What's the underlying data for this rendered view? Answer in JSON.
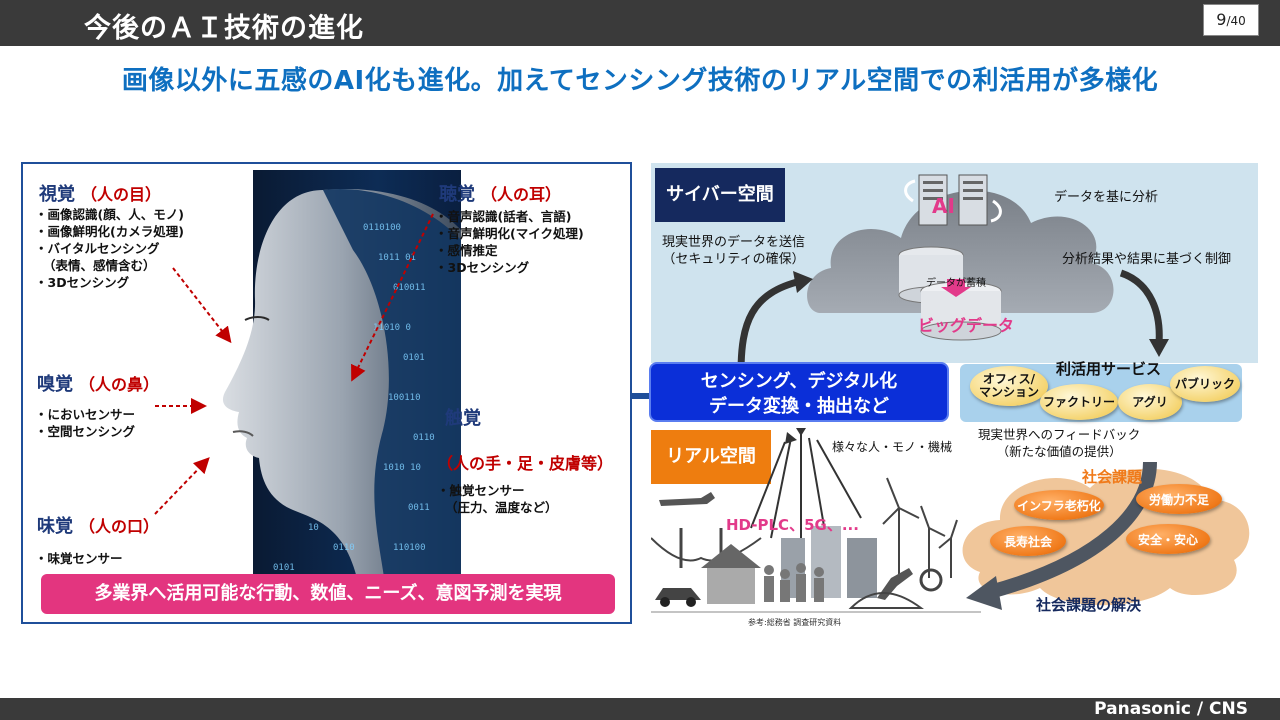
{
  "header": {
    "title": "今後のＡＩ技術の進化",
    "page_current": "9",
    "page_total": "/40"
  },
  "subtitle": "画像以外に五感のAI化も進化。加えてセンシング技術のリアル空間での利活用が多様化",
  "left": {
    "sight": {
      "title": "視覚",
      "paren": "（人の目）",
      "items": [
        "・画像認識(顔、人、モノ)",
        "・画像鮮明化(カメラ処理)",
        "・バイタルセンシング",
        "（表情、感情含む）",
        "・3Dセンシング"
      ]
    },
    "hearing": {
      "title": "聴覚",
      "paren": "（人の耳）",
      "items": [
        "・音声認識(話者、言語)",
        "・音声鮮明化(マイク処理)",
        "・感情推定",
        "・3Dセンシング"
      ]
    },
    "smell": {
      "title": "嗅覚",
      "paren": "（人の鼻）",
      "items": [
        "・においセンサー",
        "・空間センシング"
      ]
    },
    "touch": {
      "title": "触覚",
      "paren": "（人の手・足・皮膚等）",
      "items": [
        "・触覚センサー",
        "（圧力、温度など）"
      ]
    },
    "taste": {
      "title": "味覚",
      "paren": "（人の口）",
      "items": [
        "・味覚センサー"
      ]
    },
    "banner": "多業界へ活用可能な行動、数値、ニーズ、意図予測を実現"
  },
  "right": {
    "cyber_label": "サイバー空間",
    "send_data": [
      "現実世界のデータを送信",
      "（セキュリティの確保）"
    ],
    "analyze": "データを基に分析",
    "control": "分析結果や結果に基づく制御",
    "ai": "AI",
    "data_stored": "データが蓄積",
    "big_data": "ビッグデータ",
    "sensing": [
      "センシング、デジタル化",
      "データ変換・抽出など"
    ],
    "real_label": "リアル空間",
    "various": "様々な人・モノ・機械",
    "hdplc": "HD-PLC、5G、...",
    "services_title": "利活用サービス",
    "services": [
      "オフィス/\nマンション",
      "ファクトリー",
      "アグリ",
      "パブリック"
    ],
    "feedback": [
      "現実世界へのフィードバック",
      "（新たな価値の提供）"
    ],
    "social_title": "社会課題",
    "social": [
      "インフラ老朽化",
      "労働力不足",
      "長寿社会",
      "安全・安心"
    ],
    "solve": "社会課題の解決",
    "reference": "参考:総務省 調査研究資料"
  },
  "footer": "Panasonic / CNS"
}
